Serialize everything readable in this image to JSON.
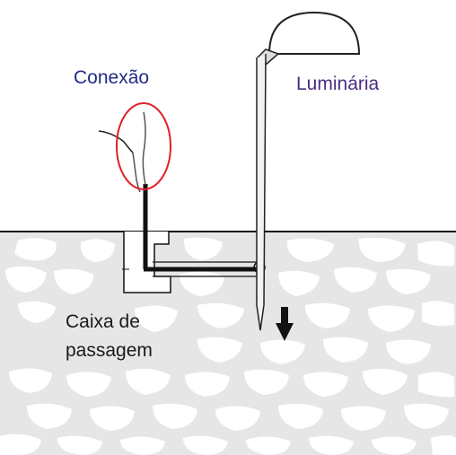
{
  "labels": {
    "connection": "Conexão",
    "luminaire": "Luminária",
    "junction_box_line1": "Caixa de",
    "junction_box_line2": "passagem"
  },
  "colors": {
    "connection_ellipse": "#e0202a",
    "connection_label": "#1f2d86",
    "luminaire_label": "#4a2c82",
    "soil_fill": "#e6e6e6",
    "soil_stones": "#ffffff",
    "outline": "#111111"
  },
  "icons": {
    "down_arrow": "down-arrow-icon"
  }
}
